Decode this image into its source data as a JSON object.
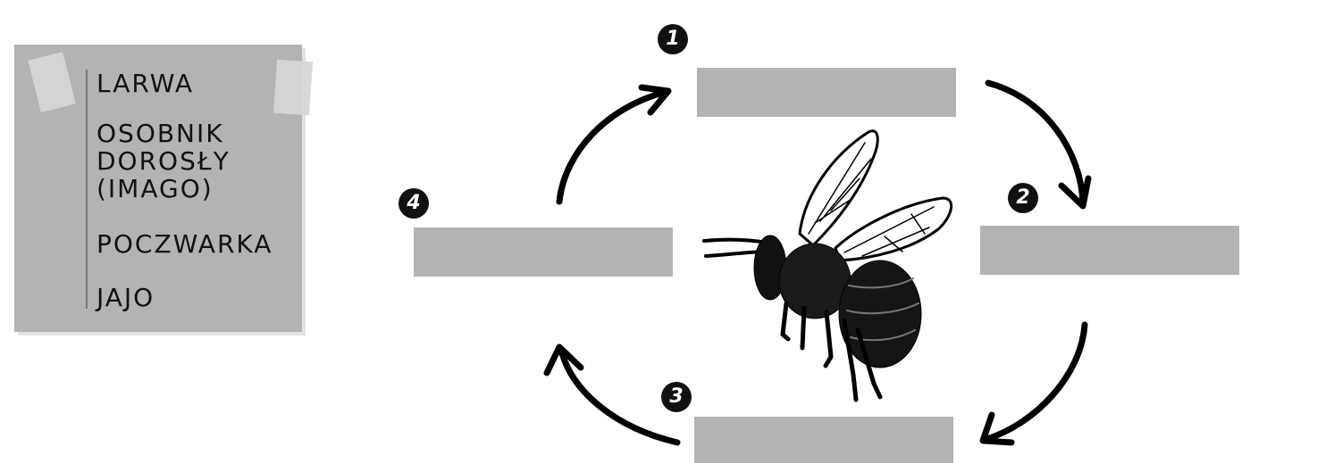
{
  "note": {
    "words": [
      "LARWA",
      "OSOBNIK\nDOROSŁY\n(IMAGO)",
      "POCZWARKA",
      "JAJO"
    ]
  },
  "cycle": {
    "numbers": [
      "1",
      "2",
      "3",
      "4"
    ]
  },
  "colors": {
    "box": "#b3b3b3",
    "badge": "#111111",
    "arrow": "#000000"
  },
  "illustration": "bee-icon"
}
